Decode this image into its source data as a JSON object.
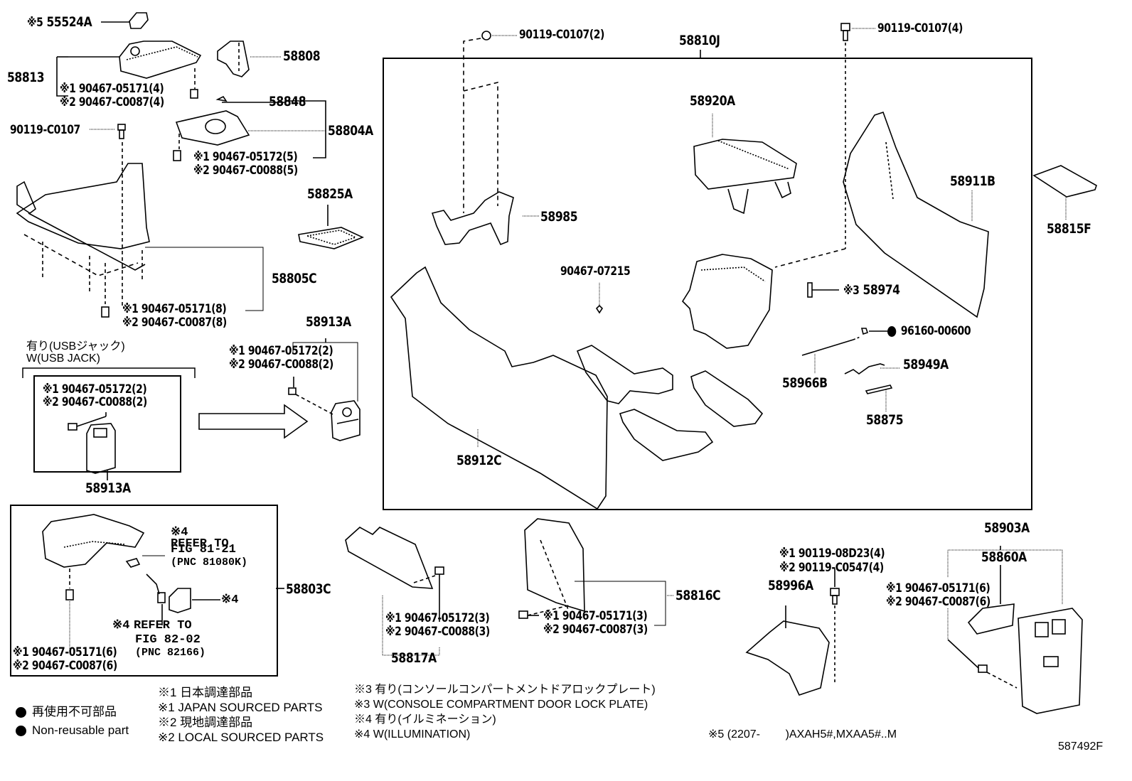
{
  "drawing_id": "587492F",
  "parts": {
    "p55524A": {
      "mark": "※5",
      "number": "55524A"
    },
    "p58808": "58808",
    "p58813": "58813",
    "p58813_clip1": "※1 90467-05171(4)",
    "p58813_clip2": "※2 90467-C0087(4)",
    "p58848": "58848",
    "p58804A": "58804A",
    "p90119_C0107": "90119-C0107",
    "p58804A_clip1": "※1 90467-05172(5)",
    "p58804A_clip2": "※2 90467-C0088(5)",
    "p58825A": "58825A",
    "p58805C": "58805C",
    "p58805C_clip1": "※1 90467-05171(8)",
    "p58805C_clip2": "※2 90467-C0087(8)",
    "usb_jp": "有り(USBジャック)",
    "usb_en": "W(USB JACK)",
    "usb_clip1": "※1 90467-05172(2)",
    "usb_clip2": "※2 90467-C0088(2)",
    "usb_part": "58913A",
    "p58913A": "58913A",
    "p58913A_clip1": "※1 90467-05172(2)",
    "p58913A_clip2": "※2 90467-C0088(2)",
    "p58803C": "58803C",
    "ref1_mark": "※4",
    "ref1_line1": "REFER TO",
    "ref1_line2": "FIG 81-21",
    "ref1_line3": "(PNC 81080K)",
    "ref2_mark": "※4",
    "ref2_line1": "REFER TO",
    "ref2_line2": "FIG 82-02",
    "ref2_line3": "(PNC 82166)",
    "illum_mark": "※4",
    "p58803C_clip1": "※1 90467-05171(6)",
    "p58803C_clip2": "※2 90467-C0087(6)",
    "bolt_2": "90119-C0107(2)",
    "bolt_4": "90119-C0107(4)",
    "p58810J": "58810J",
    "p58920A": "58920A",
    "p58985": "58985",
    "p58911B": "58911B",
    "p58815F": "58815F",
    "p90467_07215": "90467-07215",
    "p58974": {
      "mark": "※3",
      "number": "58974"
    },
    "p96160_00600": "96160-00600",
    "p58966B": "58966B",
    "p58949A": "58949A",
    "p58875": "58875",
    "p58912C": "58912C",
    "p58817A": "58817A",
    "p58817A_clip1": "※1 90467-05172(3)",
    "p58817A_clip2": "※2 90467-C0088(3)",
    "p58816C": "58816C",
    "p58816C_clip1": "※1 90467-05171(3)",
    "p58816C_clip2": "※2 90467-C0087(3)",
    "p58996A": "58996A",
    "p58996A_bolt1": "※1 90119-08D23(4)",
    "p58996A_bolt2": "※2 90119-C0547(4)",
    "p58903A": "58903A",
    "p58860A": "58860A",
    "p58903A_clip1": "※1 90467-05171(6)",
    "p58903A_clip2": "※2 90467-C0087(6)"
  },
  "legend": {
    "nonreusable_jp": "再使用不可部品",
    "nonreusable_en": "Non-reusable part",
    "note1_jp": "※1 日本調達部品",
    "note1_en": "※1 JAPAN SOURCED PARTS",
    "note2_jp": "※2 現地調達部品",
    "note2_en": "※2 LOCAL SOURCED PARTS",
    "note3_jp": "※3 有り(コンソールコンパートメントドアロックプレート)",
    "note3_en": "※3 W(CONSOLE COMPARTMENT DOOR LOCK PLATE)",
    "note4_jp": "※4 有り(イルミネーション)",
    "note4_en": "※4 W(ILLUMINATION)",
    "note5": "※5 (2207-        )AXAH5#,MXAA5#..M"
  }
}
